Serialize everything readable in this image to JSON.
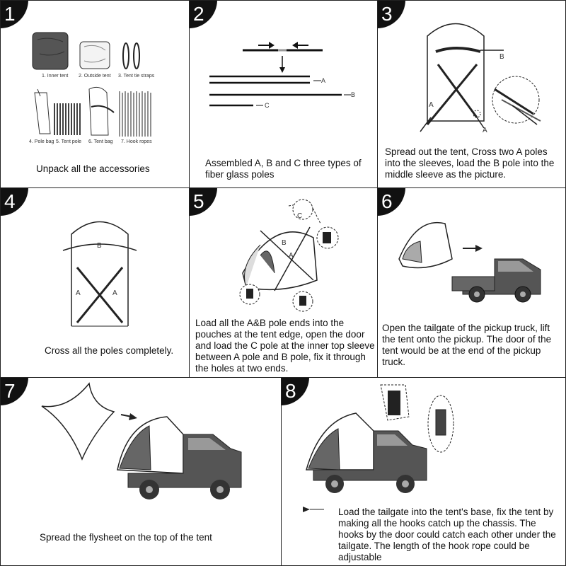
{
  "steps": [
    {
      "num": "1",
      "caption": "Unpack all the accessories",
      "items": [
        "1. Inner tent",
        "2. Outside tent",
        "3. Tent tie straps",
        "4. Pole bag",
        "5. Tent pole",
        "6. Tent bag",
        "7. Hook ropes"
      ]
    },
    {
      "num": "2",
      "caption": "Assembled  A, B and C three types of fiber glass poles",
      "labels": [
        "A",
        "B",
        "C"
      ]
    },
    {
      "num": "3",
      "caption": "Spread out the tent, Cross two A poles into the sleeves, load the B pole into the middle sleeve as the picture.",
      "labels": [
        "B",
        "A",
        "A"
      ]
    },
    {
      "num": "4",
      "caption": "Cross all the poles completely.",
      "labels": [
        "B",
        "A",
        "A"
      ]
    },
    {
      "num": "5",
      "caption": "Load all the A&B pole ends into the pouches at the tent edge, open the door and load the C pole at the inner top sleeve between A pole and B pole, fix it through the holes at two ends.",
      "labels": [
        "C",
        "B",
        "A"
      ]
    },
    {
      "num": "6",
      "caption": "Open the tailgate of the pickup truck, lift the tent onto the pickup. The door of the tent would be at the end of the pickup truck."
    },
    {
      "num": "7",
      "caption": "Spread the flysheet on the top of the tent"
    },
    {
      "num": "8",
      "caption": "Load the tailgate into the tent's base, fix the tent by making all the hooks catch up the chassis. The hooks by the door could catch each other under the tailgate. The length of the hook rope could be adjustable"
    }
  ]
}
